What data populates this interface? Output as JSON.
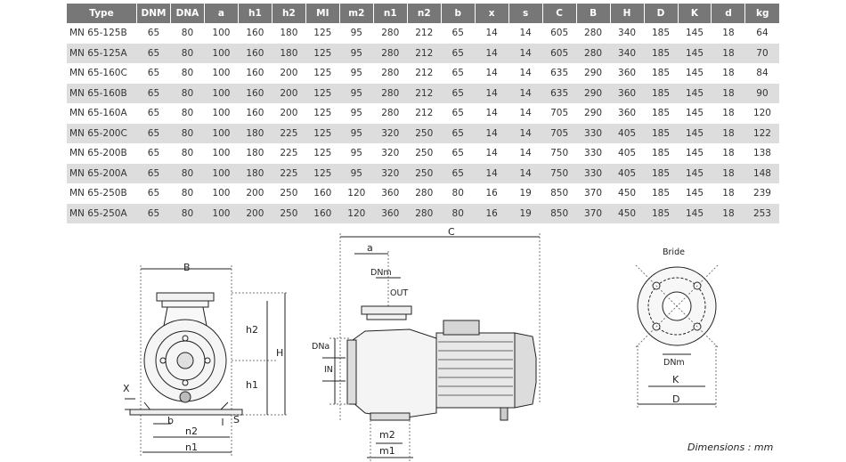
{
  "table": {
    "headers": [
      "Type",
      "DNM",
      "DNA",
      "a",
      "h1",
      "h2",
      "MI",
      "m2",
      "n1",
      "n2",
      "b",
      "x",
      "s",
      "C",
      "B",
      "H",
      "D",
      "K",
      "d",
      "kg"
    ],
    "rows": [
      [
        "MN 65-125B",
        "65",
        "80",
        "100",
        "160",
        "180",
        "125",
        "95",
        "280",
        "212",
        "65",
        "14",
        "14",
        "605",
        "280",
        "340",
        "185",
        "145",
        "18",
        "64"
      ],
      [
        "MN 65-125A",
        "65",
        "80",
        "100",
        "160",
        "180",
        "125",
        "95",
        "280",
        "212",
        "65",
        "14",
        "14",
        "605",
        "280",
        "340",
        "185",
        "145",
        "18",
        "70"
      ],
      [
        "MN 65-160C",
        "65",
        "80",
        "100",
        "160",
        "200",
        "125",
        "95",
        "280",
        "212",
        "65",
        "14",
        "14",
        "635",
        "290",
        "360",
        "185",
        "145",
        "18",
        "84"
      ],
      [
        "MN 65-160B",
        "65",
        "80",
        "100",
        "160",
        "200",
        "125",
        "95",
        "280",
        "212",
        "65",
        "14",
        "14",
        "635",
        "290",
        "360",
        "185",
        "145",
        "18",
        "90"
      ],
      [
        "MN 65-160A",
        "65",
        "80",
        "100",
        "160",
        "200",
        "125",
        "95",
        "280",
        "212",
        "65",
        "14",
        "14",
        "705",
        "290",
        "360",
        "185",
        "145",
        "18",
        "120"
      ],
      [
        "MN 65-200C",
        "65",
        "80",
        "100",
        "180",
        "225",
        "125",
        "95",
        "320",
        "250",
        "65",
        "14",
        "14",
        "705",
        "330",
        "405",
        "185",
        "145",
        "18",
        "122"
      ],
      [
        "MN 65-200B",
        "65",
        "80",
        "100",
        "180",
        "225",
        "125",
        "95",
        "320",
        "250",
        "65",
        "14",
        "14",
        "750",
        "330",
        "405",
        "185",
        "145",
        "18",
        "138"
      ],
      [
        "MN 65-200A",
        "65",
        "80",
        "100",
        "180",
        "225",
        "125",
        "95",
        "320",
        "250",
        "65",
        "14",
        "14",
        "750",
        "330",
        "405",
        "185",
        "145",
        "18",
        "148"
      ],
      [
        "MN 65-250B",
        "65",
        "80",
        "100",
        "200",
        "250",
        "160",
        "120",
        "360",
        "280",
        "80",
        "16",
        "19",
        "850",
        "370",
        "450",
        "185",
        "145",
        "18",
        "239"
      ],
      [
        "MN 65-250A",
        "65",
        "80",
        "100",
        "200",
        "250",
        "160",
        "120",
        "360",
        "280",
        "80",
        "16",
        "19",
        "850",
        "370",
        "450",
        "185",
        "145",
        "18",
        "253"
      ]
    ]
  },
  "front_view": {
    "labels": {
      "B": "B",
      "H": "H",
      "h1": "h1",
      "h2": "h2",
      "X": "X",
      "b": "b",
      "n2": "n2",
      "n1": "n1",
      "S": "S"
    }
  },
  "side_view": {
    "labels": {
      "C": "C",
      "a": "a",
      "DNm": "DNm",
      "OUT": "OUT",
      "DNa": "DNa",
      "IN": "IN",
      "m2": "m2",
      "m1": "m1"
    }
  },
  "flange_view": {
    "title": "Bride",
    "labels": {
      "DNm": "DNm",
      "K": "K",
      "D": "D"
    }
  },
  "note": "Dimensions : mm"
}
